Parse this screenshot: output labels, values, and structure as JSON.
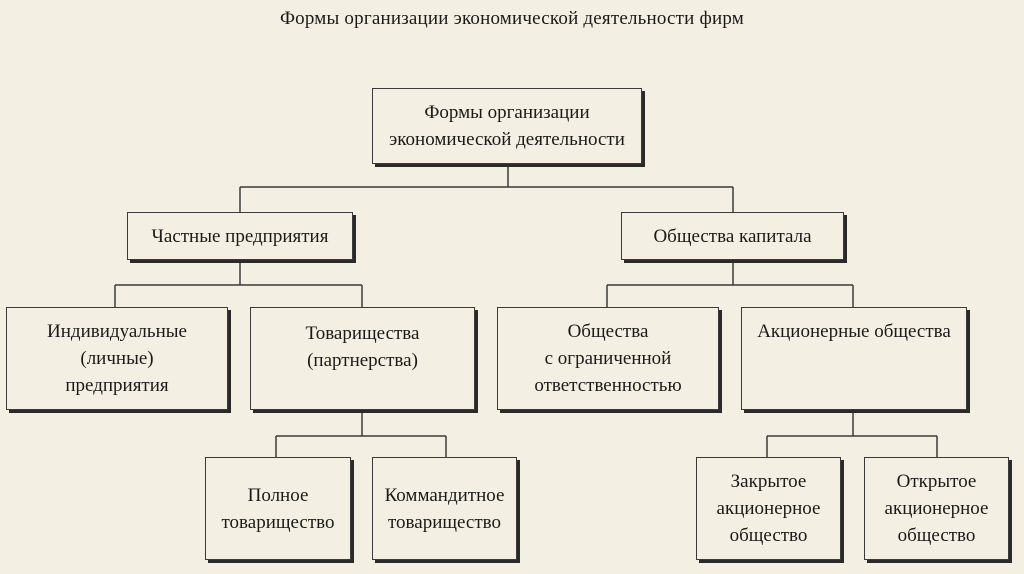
{
  "title": "Формы организации экономической деятельности фирм",
  "nodes": {
    "root": "Формы организации\nэкономической деятельности",
    "private": "Частные предприятия",
    "capital": "Общества капитала",
    "individual": "Индивидуальные\n(личные)\nпредприятия",
    "partnerships": "Товарищества\n(партнерства)",
    "llc": "Общества\nс ограниченной\nответственностью",
    "joint_stock": "Акционерные общества",
    "full": "Полное\nтоварищество",
    "limited": "Коммандитное\nтоварищество",
    "closed": "Закрытое\nакционерное\nобщество",
    "open": "Открытое\nакционерное\nобщество"
  }
}
